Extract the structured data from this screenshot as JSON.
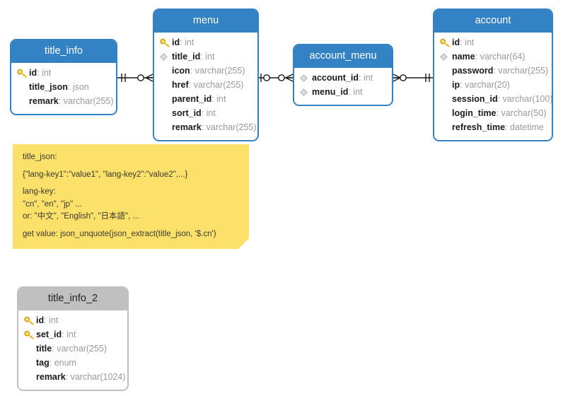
{
  "diagram": {
    "type": "entity-relationship-diagram",
    "background": "#ffffff",
    "colors": {
      "header_blue": "#3382c3",
      "header_gray": "#c0c0c0",
      "note_yellow": "#fbe06a",
      "field_name": "#1a1a1a",
      "field_type": "#9a9a9a",
      "connector": "#1a1a1a"
    }
  },
  "tables": [
    {
      "id": "title_info",
      "name": "title_info",
      "header_style": "blue",
      "fields": [
        {
          "icon": "key-icon",
          "name": "id",
          "type": "int"
        },
        {
          "icon": "none",
          "name": "title_json",
          "type": "json"
        },
        {
          "icon": "none",
          "name": "remark",
          "type": "varchar(255)"
        }
      ]
    },
    {
      "id": "menu",
      "name": "menu",
      "header_style": "blue",
      "fields": [
        {
          "icon": "key-icon",
          "name": "id",
          "type": "int"
        },
        {
          "icon": "diamond-icon",
          "name": "title_id",
          "type": "int"
        },
        {
          "icon": "none",
          "name": "icon",
          "type": "varchar(255)"
        },
        {
          "icon": "none",
          "name": "href",
          "type": "varchar(255)"
        },
        {
          "icon": "none",
          "name": "parent_id",
          "type": "int"
        },
        {
          "icon": "none",
          "name": "sort_id",
          "type": "int"
        },
        {
          "icon": "none",
          "name": "remark",
          "type": "varchar(255)"
        }
      ]
    },
    {
      "id": "account_menu",
      "name": "account_menu",
      "header_style": "blue",
      "fields": [
        {
          "icon": "diamond-icon",
          "name": "account_id",
          "type": "int"
        },
        {
          "icon": "diamond-icon",
          "name": "menu_id",
          "type": "int"
        }
      ]
    },
    {
      "id": "account",
      "name": "account",
      "header_style": "blue",
      "fields": [
        {
          "icon": "key-icon",
          "name": "id",
          "type": "int"
        },
        {
          "icon": "diamond-icon",
          "name": "name",
          "type": "varchar(64)"
        },
        {
          "icon": "none",
          "name": "password",
          "type": "varchar(255)"
        },
        {
          "icon": "none",
          "name": "ip",
          "type": "varchar(20)"
        },
        {
          "icon": "none",
          "name": "session_id",
          "type": "varchar(100)"
        },
        {
          "icon": "none",
          "name": "login_time",
          "type": "varchar(50)"
        },
        {
          "icon": "none",
          "name": "refresh_time",
          "type": "datetime"
        }
      ]
    },
    {
      "id": "title_info_2",
      "name": "title_info_2",
      "header_style": "gray",
      "fields": [
        {
          "icon": "key-icon",
          "name": "id",
          "type": "int"
        },
        {
          "icon": "key-icon",
          "name": "set_id",
          "type": "int"
        },
        {
          "icon": "none",
          "name": "title",
          "type": "varchar(255)"
        },
        {
          "icon": "none",
          "name": "tag",
          "type": "enum"
        },
        {
          "icon": "none",
          "name": "remark",
          "type": "varchar(1024)"
        }
      ]
    }
  ],
  "relationships": [
    {
      "id": "title_info-menu",
      "from": "title_info",
      "to": "menu",
      "from_cardinality": "one-and-only-one",
      "to_cardinality": "zero-or-many"
    },
    {
      "id": "menu-account_menu",
      "from": "menu",
      "to": "account_menu",
      "from_cardinality": "zero-or-one",
      "to_cardinality": "zero-or-many"
    },
    {
      "id": "account_menu-account",
      "from": "account_menu",
      "to": "account",
      "from_cardinality": "zero-or-many",
      "to_cardinality": "one-and-only-one"
    }
  ],
  "note": {
    "id": "title_json-note",
    "lines": [
      "title_json:",
      "{\"lang-key1\":\"value1\", \"lang-key2\":\"value2\",...}",
      "lang-key:",
      "\"cn\", \"en\", \"jp\" ...",
      "or: \"中文\", \"English\", \"日本語\", ...",
      "get value: json_unquote(json_extract(title_json, '$.cn')"
    ]
  }
}
